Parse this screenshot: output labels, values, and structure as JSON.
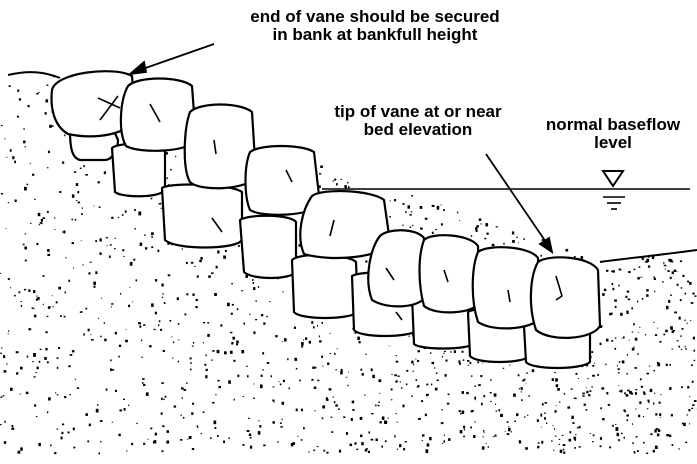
{
  "labels": {
    "end_of_vane": [
      "end of vane should be secured",
      "in bank at bankfull height"
    ],
    "tip_of_vane": [
      "tip of vane at or near",
      "bed elevation"
    ],
    "normal_baseflow": [
      "normal baseflow",
      "level"
    ]
  },
  "colors": {
    "ink": "#000000",
    "paper": "#ffffff"
  },
  "icons": {
    "water_level_marker": "inverted-triangle-icon"
  }
}
